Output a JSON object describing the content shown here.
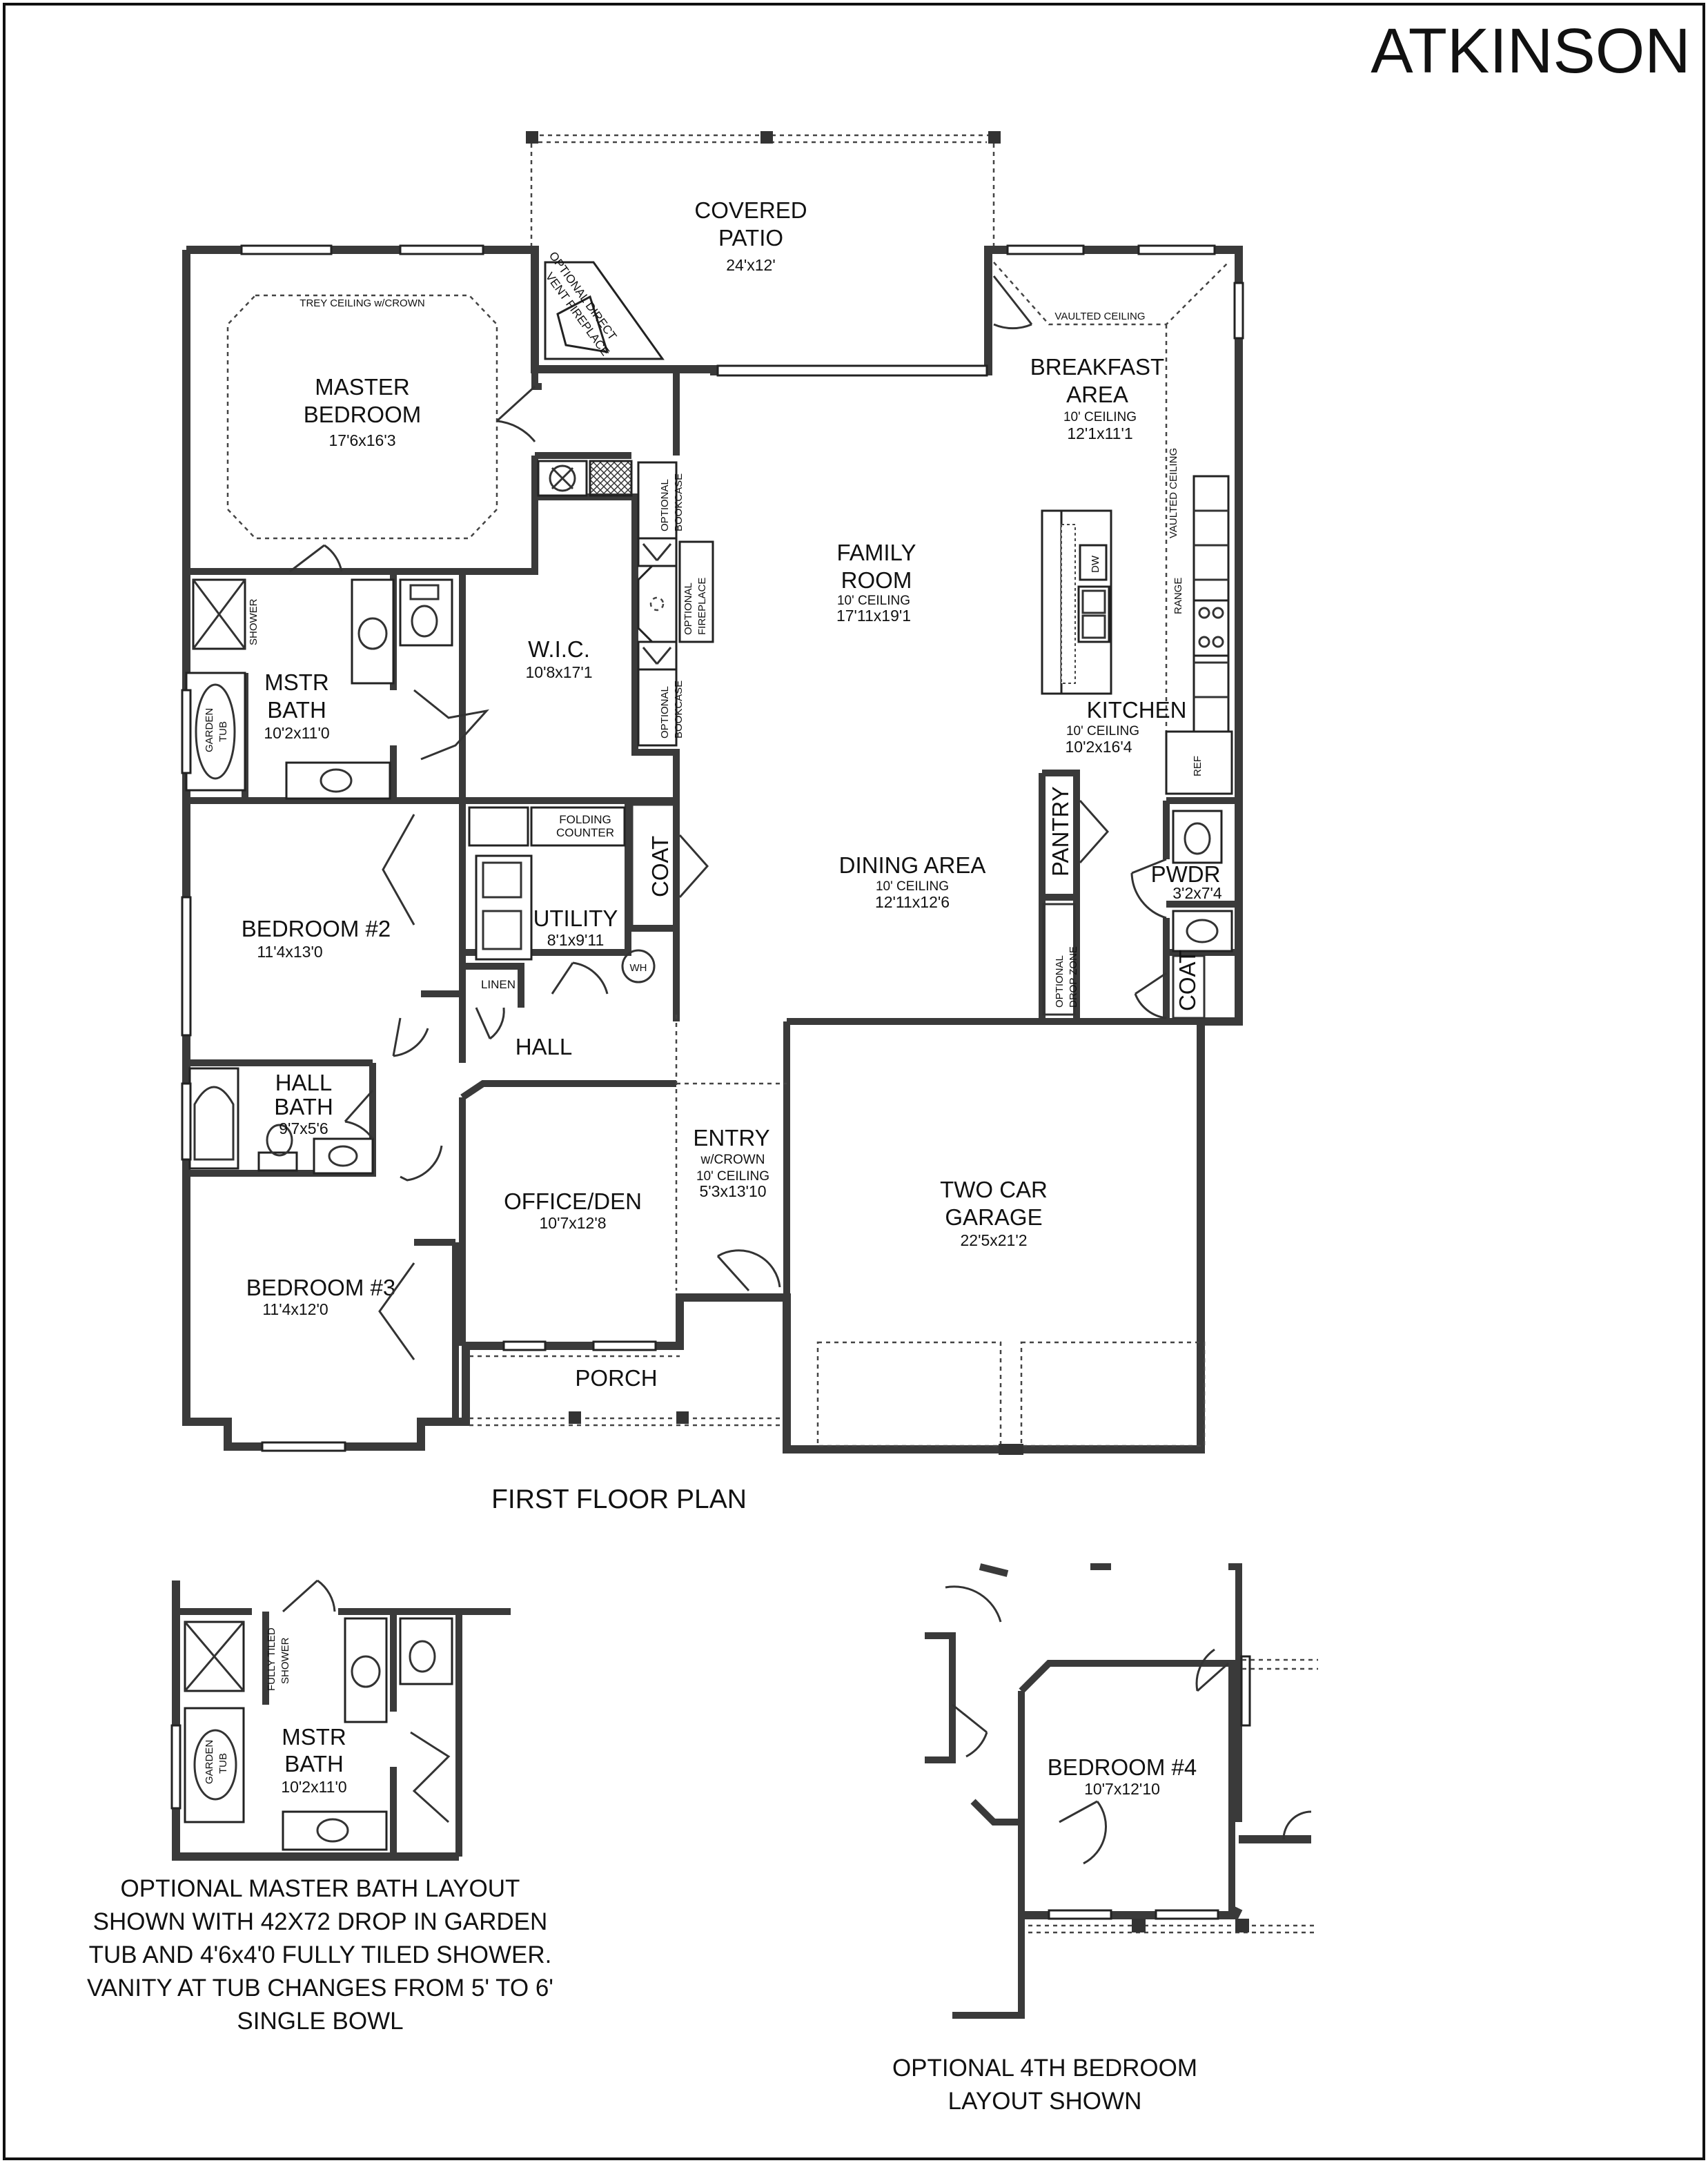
{
  "title": "ATKINSON",
  "first_floor": {
    "caption": "FIRST FLOOR PLAN",
    "rooms": {
      "covered_patio": {
        "name_line1": "COVERED",
        "name_line2": "PATIO",
        "dim": "24'x12'"
      },
      "master_bedroom": {
        "name_line1": "MASTER",
        "name_line2": "BEDROOM",
        "dim": "17'6x16'3",
        "ceiling_note": "TREY CEILING w/CROWN"
      },
      "fireplace_option": {
        "line1": "OPTIONAL DIRECT",
        "line2": "VENT FIREPLACE"
      },
      "breakfast": {
        "name_line1": "BREAKFAST",
        "name_line2": "AREA",
        "ceiling": "10' CEILING",
        "dim": "12'1x11'1",
        "vaulted": "VAULTED CEILING"
      },
      "family_room": {
        "name_line1": "FAMILY",
        "name_line2": "ROOM",
        "ceiling": "10' CEILING",
        "dim": "17'11x19'1"
      },
      "wic": {
        "name": "W.I.C.",
        "dim": "10'8x17'1"
      },
      "mstr_bath": {
        "name_line1": "MSTR",
        "name_line2": "BATH",
        "dim": "10'2x11'0",
        "shower": "SHOWER",
        "tub_line1": "GARDEN",
        "tub_line2": "TUB"
      },
      "kitchen": {
        "name": "KITCHEN",
        "ceiling": "10' CEILING",
        "dim": "10'2x16'4",
        "dw": "DW",
        "range": "RANGE",
        "ref": "REF",
        "vaulted": "VAULTED CEILING"
      },
      "bookcase_top": {
        "line1": "OPTIONAL",
        "line2": "BOOKCASE"
      },
      "bookcase_bottom": {
        "line1": "OPTIONAL",
        "line2": "BOOKCASE"
      },
      "fireplace_center": {
        "line1": "OPTIONAL",
        "line2": "FIREPLACE"
      },
      "folding_counter": {
        "line1": "FOLDING",
        "line2": "COUNTER"
      },
      "coat_left": {
        "name": "COAT"
      },
      "pantry": {
        "name": "PANTRY"
      },
      "pwdr": {
        "name": "PWDR",
        "dim": "3'2x7'4"
      },
      "bedroom2": {
        "name": "BEDROOM #2",
        "dim": "11'4x13'0"
      },
      "utility": {
        "name": "UTILITY",
        "dim": "8'1x9'11",
        "wh": "WH"
      },
      "dining": {
        "name": "DINING AREA",
        "ceiling": "10' CEILING",
        "dim": "12'11x12'6"
      },
      "drop_zone": {
        "line1": "OPTIONAL",
        "line2": "DROP ZONE"
      },
      "coat_right": {
        "name": "COAT"
      },
      "linen": {
        "name": "LINEN"
      },
      "hall": {
        "name": "HALL"
      },
      "hall_bath": {
        "name_line1": "HALL",
        "name_line2": "BATH",
        "dim": "9'7x5'6"
      },
      "entry": {
        "name": "ENTRY",
        "crown": "w/CROWN",
        "ceiling": "10' CEILING",
        "dim": "5'3x13'10"
      },
      "garage": {
        "name_line1": "TWO CAR",
        "name_line2": "GARAGE",
        "dim": "22'5x21'2"
      },
      "office": {
        "name": "OFFICE/DEN",
        "dim": "10'7x12'8"
      },
      "bedroom3": {
        "name": "BEDROOM #3",
        "dim": "11'4x12'0"
      },
      "porch": {
        "name": "PORCH"
      }
    }
  },
  "optional_master_bath": {
    "room": {
      "name_line1": "MSTR",
      "name_line2": "BATH",
      "dim": "10'2x11'0",
      "shower_line1": "FULLY TILED",
      "shower_line2": "SHOWER",
      "tub_line1": "GARDEN",
      "tub_line2": "TUB"
    },
    "caption_lines": [
      "OPTIONAL MASTER BATH LAYOUT",
      "SHOWN WITH 42X72 DROP IN GARDEN",
      "TUB AND 4'6x4'0 FULLY TILED SHOWER.",
      "VANITY AT TUB CHANGES FROM 5' TO 6'",
      "SINGLE BOWL"
    ]
  },
  "optional_bedroom4": {
    "room": {
      "name": "BEDROOM #4",
      "dim": "10'7x12'10"
    },
    "caption_lines": [
      "OPTIONAL 4TH BEDROOM",
      "LAYOUT SHOWN"
    ]
  }
}
